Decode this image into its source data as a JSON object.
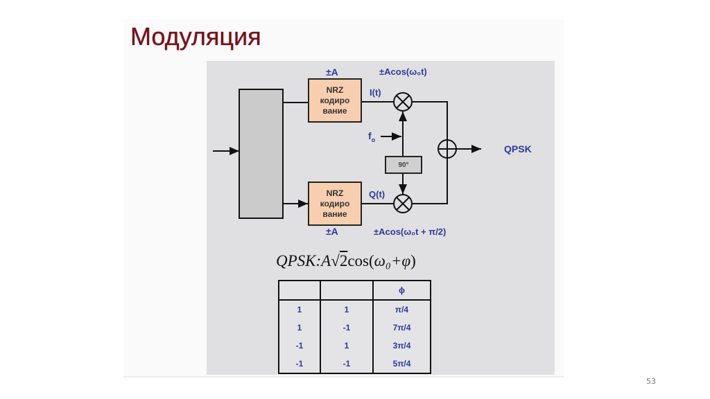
{
  "slide": {
    "title": "Модуляция",
    "page_number": "53"
  },
  "diagram": {
    "top_branch": {
      "amplitude_label": "±A",
      "block_lines": [
        "NRZ",
        "кодиро",
        "вание"
      ],
      "signal_label": "I(t)",
      "carrier_label": "±Acos(ω₀t)"
    },
    "bottom_branch": {
      "amplitude_label": "±A",
      "block_lines": [
        "NRZ",
        "кодиро",
        "вание"
      ],
      "signal_label": "Q(t)",
      "carrier_label": "±Acos(ω₀t + π/2)"
    },
    "oscillator_label": "f",
    "oscillator_subscript": "o",
    "phase_shift_label": "90°",
    "output_label": "QPSK"
  },
  "formula": {
    "prefix": "QPSK:A",
    "sqrt_arg": "2",
    "func": "cos(",
    "arg": "ω₀+φ",
    "close": ")"
  },
  "table": {
    "headers": [
      "",
      "",
      "ϕ"
    ],
    "rows": [
      [
        "1",
        "1",
        "π/4"
      ],
      [
        "1",
        "-1",
        "7π/4"
      ],
      [
        "-1",
        "1",
        "3π/4"
      ],
      [
        "-1",
        "-1",
        "5π/4"
      ]
    ]
  },
  "colors": {
    "title": "#7a0f1a",
    "label_blue": "#2b3a9a",
    "nrz_fill": "#f8cfae",
    "figure_bg": "#e0e0e2"
  }
}
